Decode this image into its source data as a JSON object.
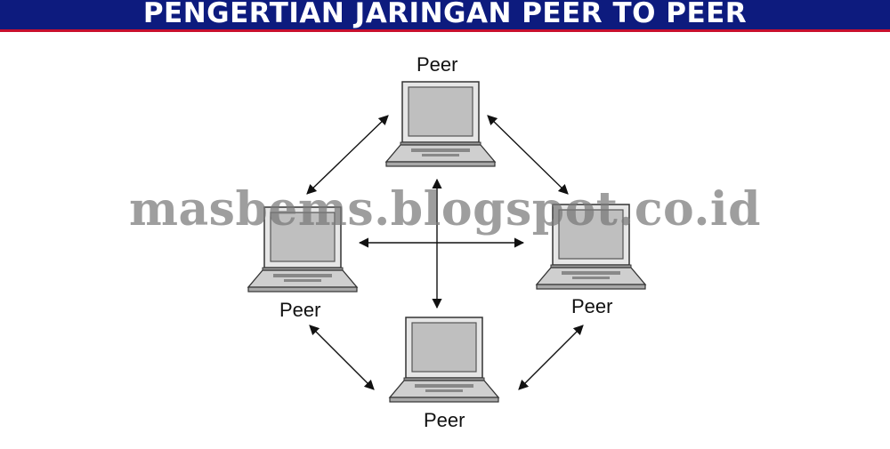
{
  "banner": {
    "title": "PENGERTIAN JARINGAN PEER TO PEER",
    "background": "#0d1b7e",
    "accent": "#c8102e"
  },
  "diagram": {
    "nodes": [
      {
        "id": "top",
        "label": "Peer",
        "icon": "laptop-icon"
      },
      {
        "id": "left",
        "label": "Peer",
        "icon": "laptop-icon"
      },
      {
        "id": "right",
        "label": "Peer",
        "icon": "laptop-icon"
      },
      {
        "id": "bottom",
        "label": "Peer",
        "icon": "laptop-icon"
      }
    ],
    "edges": [
      {
        "from": "top",
        "to": "left",
        "type": "bidirectional"
      },
      {
        "from": "top",
        "to": "right",
        "type": "bidirectional"
      },
      {
        "from": "left",
        "to": "bottom",
        "type": "bidirectional"
      },
      {
        "from": "right",
        "to": "bottom",
        "type": "bidirectional"
      },
      {
        "from": "top",
        "to": "bottom",
        "type": "bidirectional"
      },
      {
        "from": "left",
        "to": "right",
        "type": "bidirectional"
      }
    ]
  },
  "watermark": "masbems.blogspot.co.id"
}
